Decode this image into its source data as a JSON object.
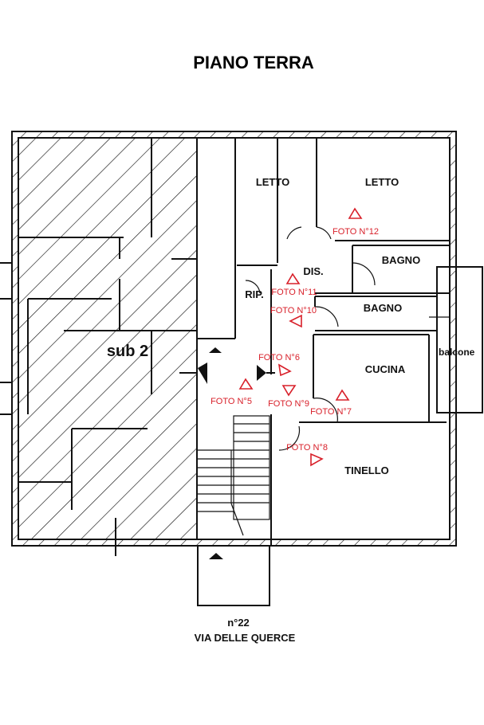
{
  "title": "PIANO TERRA",
  "unit_label": "sub 2",
  "rooms": {
    "letto_1": "LETTO",
    "letto_2": "LETTO",
    "bagno_1": "BAGNO",
    "bagno_2": "BAGNO",
    "dis": "DIS.",
    "rip": "RIP.",
    "cucina": "CUCINA",
    "tinello": "TINELLO",
    "balcone": "balcone"
  },
  "photos": {
    "f5": "FOTO N°5",
    "f6": "FOTO N°6",
    "f7": "FOTO N°7",
    "f8": "FOTO N°8",
    "f9": "FOTO N°9",
    "f10": "FOTO N°10",
    "f11": "FOTO N°11",
    "f12": "FOTO N°12"
  },
  "address": {
    "number": "n°22",
    "street": "VIA DELLE QUERCE"
  },
  "colors": {
    "photo_marker": "#d8202a",
    "walls": "#111111"
  }
}
